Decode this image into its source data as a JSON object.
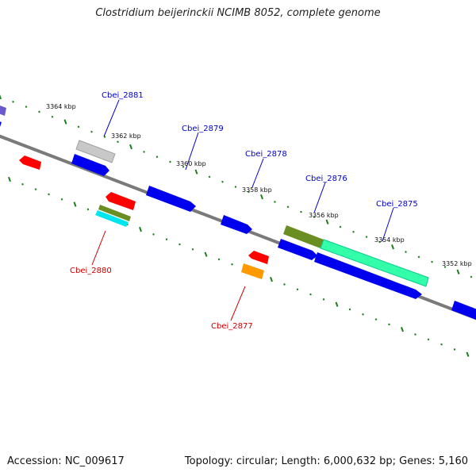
{
  "title": "Clostridium beijerinckii NCIMB 8052, complete genome",
  "footer": {
    "accession": "Accession: NC_009617",
    "summary": "Topology: circular; Length: 6,000,632 bp; Genes: 5,160"
  },
  "colors": {
    "backbone": "#808080",
    "tick_dot": "#1a7f1a",
    "forward_label": "#0000cc",
    "reverse_label": "#cc0000",
    "gene_blue": "#0000ee",
    "gene_red": "#ff0000",
    "gene_gray": "#c0c0c0",
    "gene_olive": "#6b8e23",
    "gene_cyan": "#00e5ee",
    "gene_orange": "#ff9900",
    "gene_green": "#00ff99",
    "gene_purple": "#6a5acd"
  },
  "scale_labels": [
    "3364 kbp",
    "3362 kbp",
    "3360 kbp",
    "3358 kbp",
    "3356 kbp",
    "3354 kbp",
    "3352 kbp"
  ],
  "forward_genes": [
    "Cbei_2881",
    "Cbei_2879",
    "Cbei_2878",
    "Cbei_2876",
    "Cbei_2875"
  ],
  "reverse_genes": [
    "Cbei_2880",
    "Cbei_2877"
  ]
}
